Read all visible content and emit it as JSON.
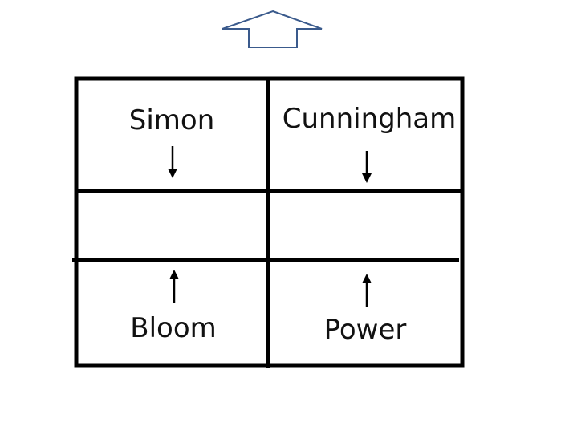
{
  "colors": {
    "grid": "#000000",
    "arrow_outline": "#3a5a8c",
    "text": "#111111"
  },
  "top_arrow": {
    "icon": "up-block-arrow-icon",
    "direction": "up"
  },
  "cells": {
    "top_left": {
      "label": "Simon",
      "arrow": "down"
    },
    "top_right": {
      "label": "Cunningham",
      "arrow": "down"
    },
    "bottom_left": {
      "label": "Bloom",
      "arrow": "up"
    },
    "bottom_right": {
      "label": "Power",
      "arrow": "up"
    }
  }
}
